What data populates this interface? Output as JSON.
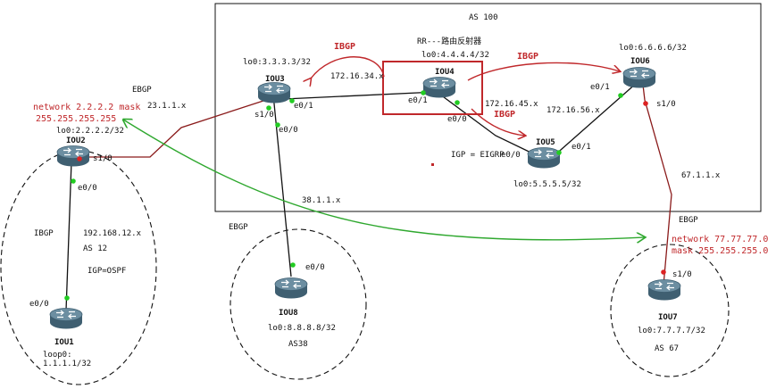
{
  "colors": {
    "router_body": "#3f5f71",
    "router_top": "#6c8ea1",
    "link": "#111111",
    "ibgp_red": "#c0282b",
    "ebgp_green": "#2fa82f",
    "port_green": "#22cc22",
    "port_red": "#dd2222"
  },
  "labels": {
    "as100": "AS 100",
    "rr": "RR---路由反射器",
    "ibgp1": "IBGP",
    "ibgp2": "IBGP",
    "ibgp3": "IBGP",
    "ebgp_left": "EBGP",
    "ebgp_mid": "EBGP",
    "ebgp_right": "EBGP",
    "ibgp_as12": "IBGP",
    "igp_eigrp": "IGP = EIGRP",
    "igp_ospf": "IGP=OSPF",
    "as12": "AS 12",
    "as38": "AS38",
    "as67": "AS 67",
    "net_left_1": "network 2.2.2.2 mask",
    "net_left_2": "255.255.255.255",
    "net_right_1": "network 77.77.77.0",
    "net_right_2": "mask 255.255.255.0",
    "link_23": "23.1.1.x",
    "link_34": "172.16.34.x",
    "link_45": "172.16.45.x",
    "link_56": "172.16.56.x",
    "link_38": "38.1.1.x",
    "link_67": "67.1.1.x",
    "link_12": "192.168.12.x"
  },
  "routers": [
    {
      "name": "IOU2",
      "loopback": "lo0:2.2.2.2/32"
    },
    {
      "name": "IOU3",
      "loopback": "lo0:3.3.3.3/32"
    },
    {
      "name": "IOU4",
      "loopback": "lo0:4.4.4.4/32"
    },
    {
      "name": "IOU5",
      "loopback": "lo0:5.5.5.5/32"
    },
    {
      "name": "IOU6",
      "loopback": "lo0:6.6.6.6/32"
    },
    {
      "name": "IOU1",
      "loopback": "loop0:",
      "loopback2": "1.1.1.1/32"
    },
    {
      "name": "IOU8",
      "loopback": "lo0:8.8.8.8/32"
    },
    {
      "name": "IOU7",
      "loopback": "lo0:7.7.7.7/32"
    }
  ],
  "ports": {
    "iou2_s10": "s1/0",
    "iou2_e00": "e0/0",
    "iou1_e00": "e0/0",
    "iou3_s10": "s1/0",
    "iou3_e01": "e0/1",
    "iou3_e00": "e0/0",
    "iou4_e01": "e0/1",
    "iou4_e00": "e0/0",
    "iou5_e00": "e0/0",
    "iou5_e01": "e0/1",
    "iou6_e01": "e0/1",
    "iou6_s10": "s1/0",
    "iou8_e00": "e0/0",
    "iou7_s10": "s1/0"
  }
}
